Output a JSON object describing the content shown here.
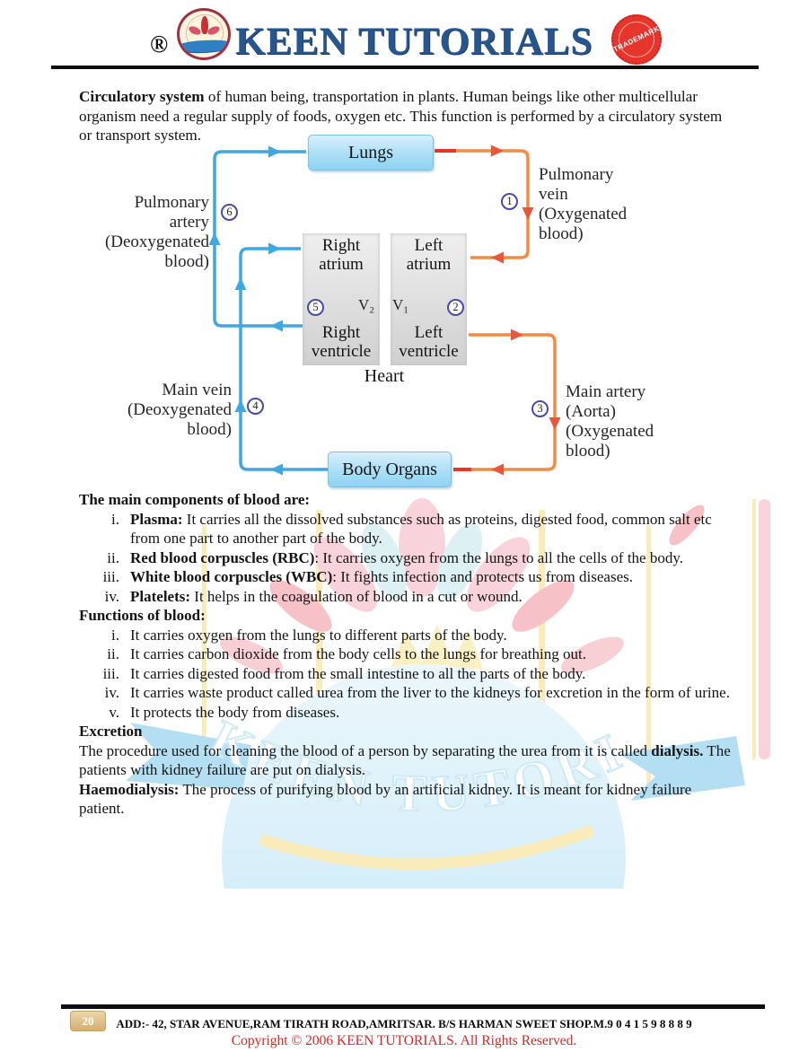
{
  "header": {
    "registered_mark": "®",
    "brand": "KEEN TUTORIALS",
    "stamp_word": "TRADEMARK"
  },
  "intro": {
    "bold": "Circulatory system",
    "rest": " of human being, transportation in plants. Human beings like other multicellular organism need a regular supply of foods, oxygen etc. This function is performed by a circulatory system or transport system."
  },
  "diagram": {
    "nodes": {
      "lungs": "Lungs",
      "right_atrium": "Right\natrium",
      "left_atrium": "Left\natrium",
      "right_ventricle": "Right\nventricle",
      "left_ventricle": "Left\nventricle",
      "heart": "Heart",
      "body_organs": "Body Organs"
    },
    "valves": {
      "v1": "V₁",
      "v2": "V₂"
    },
    "markers": {
      "m1": "1",
      "m2": "2",
      "m3": "3",
      "m4": "4",
      "m5": "5",
      "m6": "6"
    },
    "labels": {
      "pulmonary_vein": "Pulmonary\nvein\n(Oxygenated\nblood)",
      "pulmonary_artery": "Pulmonary\nartery\n(Deoxygenated\nblood)",
      "main_vein": "Main vein\n(Deoxygenated\nblood)",
      "main_artery": "Main artery\n(Aorta)\n(Oxygenated\nblood)"
    },
    "colors": {
      "deoxygenated_line": "#3fa7e2",
      "oxygenated_line": "#f28c44",
      "red_stub": "#e93323",
      "valve": "#5a50a5",
      "marker_ring": "#4a4aa8"
    }
  },
  "components": {
    "heading": "The main components of blood are:",
    "items": [
      {
        "num": "i.",
        "term": "Plasma:",
        "text": " It carries all the dissolved substances such as proteins, digested food, common salt etc from one part to another part of the body."
      },
      {
        "num": "ii.",
        "term": "Red blood corpuscles (RBC)",
        "text": ": It carries oxygen from the lungs to all the cells of the body."
      },
      {
        "num": "iii.",
        "term": "White blood corpuscles (WBC)",
        "text": ": It fights infection and protects us from diseases."
      },
      {
        "num": "iv.",
        "term": "Platelets:",
        "text": " It helps in the coagulation of blood in a cut or wound."
      }
    ]
  },
  "functions": {
    "heading": "Functions of blood:",
    "items": [
      {
        "num": "i.",
        "text": "It carries oxygen from the lungs to different parts of the body."
      },
      {
        "num": "ii.",
        "text": "It carries carbon dioxide from the body cells to the lungs for breathing out."
      },
      {
        "num": "iii.",
        "text": "It carries digested food from the small intestine to all the parts of the body."
      },
      {
        "num": "iv.",
        "text": "It carries waste product called urea from the liver to the kidneys for excretion in the form of urine."
      },
      {
        "num": "v.",
        "text": "It protects the body from diseases."
      }
    ]
  },
  "excretion": {
    "heading": "Excretion",
    "para1_pre": "The procedure used for cleaning the blood of a person by separating the urea from it is called ",
    "para1_bold": "dialysis.",
    "para1_post": " The patients with kidney failure are put on dialysis.",
    "para2_bold": "Haemodialysis:",
    "para2_rest": " The process of purifying blood by an artificial kidney. It is meant for kidney failure patient."
  },
  "watermark": {
    "text": "KEEN TUTORIALS"
  },
  "footer": {
    "page_number": "20",
    "address": "ADD:- 42, STAR AVENUE,RAM TIRATH ROAD,AMRITSAR. B/S HARMAN SWEET SHOP.M.9 0 4 1 5 9 8 8 8 9",
    "copyright": "Copyright © 2006 KEEN TUTORIALS. All Rights Reserved."
  }
}
